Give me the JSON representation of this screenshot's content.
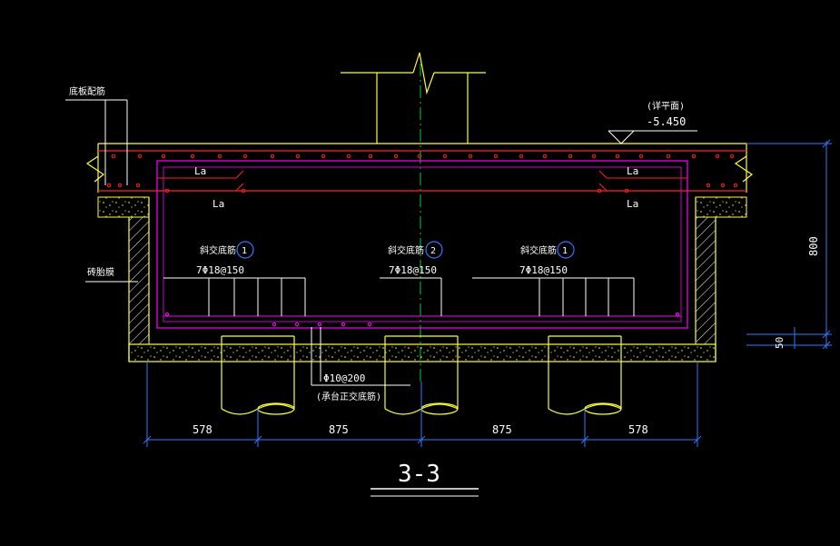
{
  "title": "3-3",
  "colors": {
    "background": "#000000",
    "structure": "#FFFF33",
    "rebar": "#FF2020",
    "stirrup": "#FF00FF",
    "dimension": "#3377FF",
    "centerline": "#00CC33",
    "text": "#FFFFFF",
    "hatch": "#FFFFFF"
  },
  "labels": {
    "slab_bottom_rebar": "底板配筋",
    "brick_mould": "砖胎膜",
    "floor_level_note": "(详平面)",
    "floor_level_value": "-5.450",
    "lap_top_left": "La",
    "lap_top_right": "La",
    "lap_bottom_left": "La",
    "lap_bottom_right": "La",
    "diag_left_name": "斜交底筋",
    "diag_left_no": "1",
    "diag_left_spec": "7Φ18@150",
    "diag_mid_name": "斜交底筋",
    "diag_mid_no": "2",
    "diag_mid_spec": "7Φ18@150",
    "diag_right_name": "斜交底筋",
    "diag_right_no": "1",
    "diag_right_spec": "7Φ18@150",
    "ortho_spec": "Φ10@200",
    "ortho_name": "(承台正交底筋)"
  },
  "dimensions": {
    "bottom": [
      "578",
      "875",
      "875",
      "578"
    ],
    "depth": "800",
    "cover": "50"
  }
}
